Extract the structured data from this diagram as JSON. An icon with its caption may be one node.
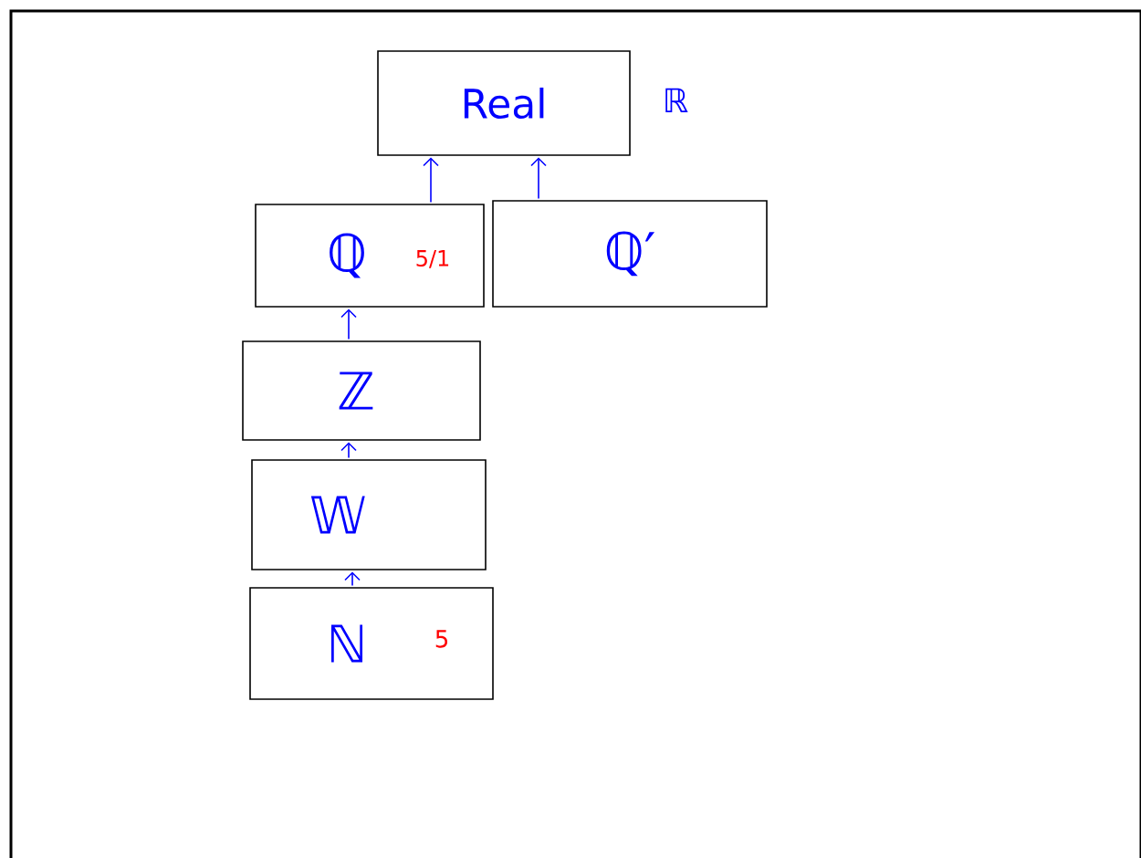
{
  "diagram": {
    "nodes": [
      {
        "text": [
          "Real"
        ],
        "beside": [
          "ℝ"
        ]
      },
      {
        "text": [
          "ℚ",
          "5/1"
        ]
      },
      {
        "text": [
          "ℚ′"
        ]
      },
      {
        "text": [
          "ℤ"
        ]
      },
      {
        "text": [
          "𝕎"
        ]
      },
      {
        "text": [
          "ℕ",
          "5"
        ]
      }
    ],
    "edges": [
      {
        "from": 1,
        "to": 0,
        "arrow": "to"
      },
      {
        "from": 2,
        "to": 0,
        "arrow": "to"
      },
      {
        "from": 3,
        "to": 1,
        "arrow": "to"
      },
      {
        "from": 4,
        "to": 3,
        "arrow": "to"
      },
      {
        "from": 5,
        "to": 4,
        "arrow": "to"
      }
    ]
  }
}
